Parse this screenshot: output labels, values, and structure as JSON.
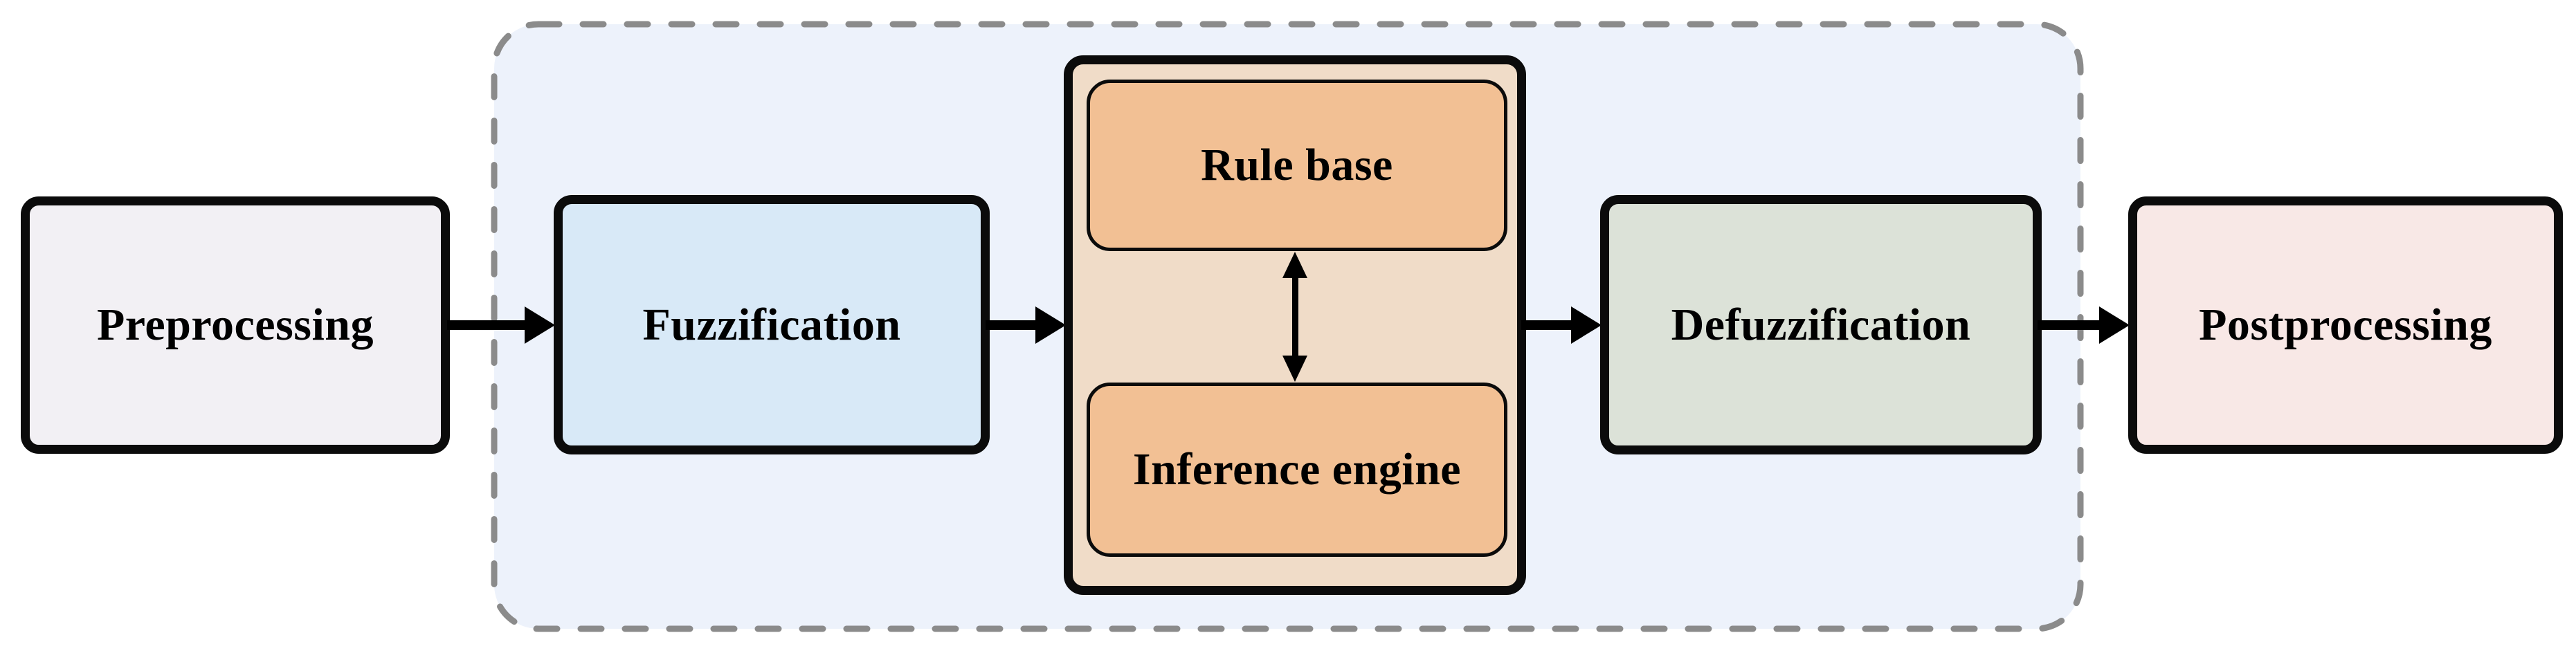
{
  "diagram": {
    "boxes": {
      "preprocessing": {
        "label": "Preprocessing",
        "fill": "#f2f0f4"
      },
      "fuzzification": {
        "label": "Fuzzification",
        "fill": "#d8e9f7"
      },
      "rule_base": {
        "label": "Rule base",
        "fill": "#f2c094"
      },
      "inference_engine": {
        "label": "Inference engine",
        "fill": "#f2c094"
      },
      "defuzzification": {
        "label": "Defuzzification",
        "fill": "#dce2d8"
      },
      "postprocessing": {
        "label": "Postprocessing",
        "fill": "#f8e8e6"
      }
    },
    "containers": {
      "fuzzy_system_boundary": {
        "fill": "#edf2fb",
        "border_color": "#8b8b8b",
        "border_style": "dashed"
      },
      "inference_block": {
        "fill": "#f0dcc8",
        "border_color": "#0b0b0b"
      }
    },
    "connectors": {
      "color": "#000000",
      "edges": [
        {
          "from": "preprocessing",
          "to": "fuzzification",
          "type": "arrow-right"
        },
        {
          "from": "fuzzification",
          "to": "inference_block",
          "type": "arrow-right"
        },
        {
          "from": "rule_base",
          "to": "inference_engine",
          "type": "double-arrow-vertical"
        },
        {
          "from": "inference_block",
          "to": "defuzzification",
          "type": "arrow-right"
        },
        {
          "from": "defuzzification",
          "to": "postprocessing",
          "type": "arrow-right"
        }
      ]
    }
  }
}
